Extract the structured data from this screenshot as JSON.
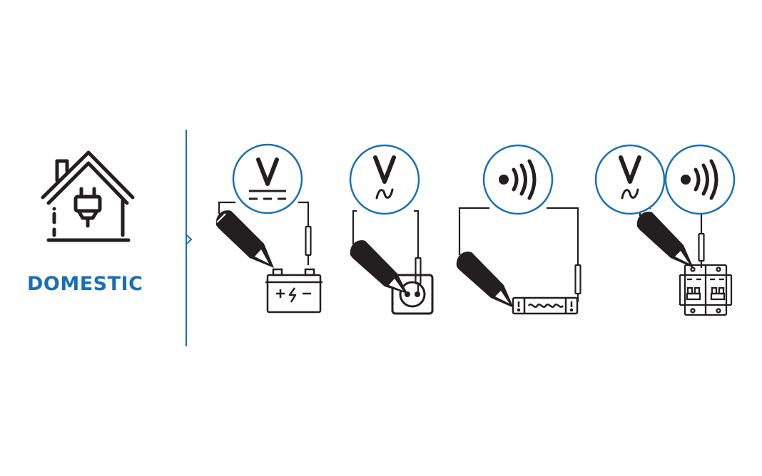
{
  "category": {
    "label": "DOMESTIC",
    "icon": "house-plug-icon"
  },
  "colors": {
    "accent": "#1a6fb5",
    "ink": "#231f20",
    "background": "#ffffff"
  },
  "tests": [
    {
      "name": "dc-voltage-battery",
      "modes": [
        "V",
        "DC"
      ],
      "target": "battery-icon",
      "terminals": [
        "+",
        "-"
      ]
    },
    {
      "name": "ac-voltage-socket",
      "modes": [
        "V",
        "~"
      ],
      "target": "socket-icon"
    },
    {
      "name": "continuity-fuse",
      "modes": [
        "continuity-icon"
      ],
      "target": "fuse-icon"
    },
    {
      "name": "ac-voltage-continuity-breaker",
      "modes": [
        "V",
        "~",
        "continuity-icon"
      ],
      "target": "circuit-breaker-icon"
    }
  ]
}
